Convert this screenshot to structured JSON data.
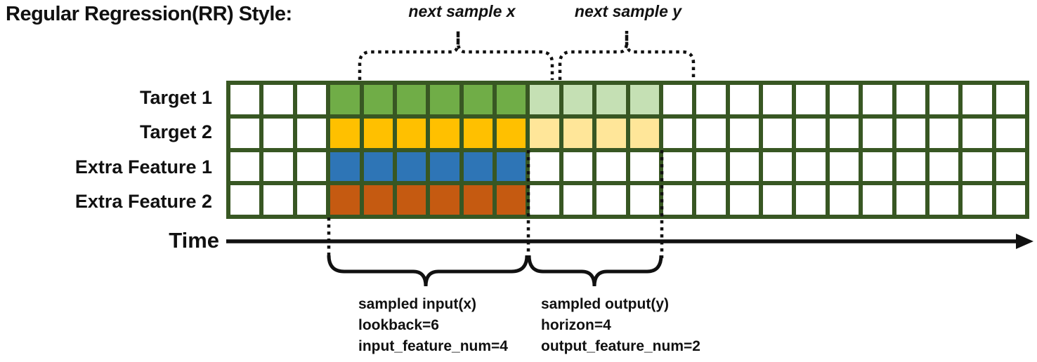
{
  "title": "Regular Regression(RR) Style:",
  "annotations": {
    "next_sample_x": "next sample x",
    "next_sample_y": "next sample y"
  },
  "axis": {
    "label": "Time"
  },
  "grid": {
    "total_columns": 24,
    "lead_blank_columns": 3,
    "lookback": 6,
    "horizon": 4,
    "border_color": "#385723",
    "cell_color": "#FFFFFF",
    "rows": [
      {
        "label": "Target 1",
        "input_color": "#70AD47",
        "output_color": "#C5E0B4"
      },
      {
        "label": "Target 2",
        "input_color": "#FFC000",
        "output_color": "#FFE699"
      },
      {
        "label": "Extra Feature 1",
        "input_color": "#2E75B6",
        "output_color": "#FFFFFF"
      },
      {
        "label": "Extra Feature 2",
        "input_color": "#C55A11",
        "output_color": "#FFFFFF"
      }
    ]
  },
  "notes": {
    "input": {
      "lines": [
        "sampled input(x)",
        "lookback=6",
        "input_feature_num=4"
      ]
    },
    "output": {
      "lines": [
        "sampled output(y)",
        "horizon=4",
        "output_feature_num=2"
      ]
    }
  },
  "diagram_colors": {
    "line": "#111111"
  }
}
